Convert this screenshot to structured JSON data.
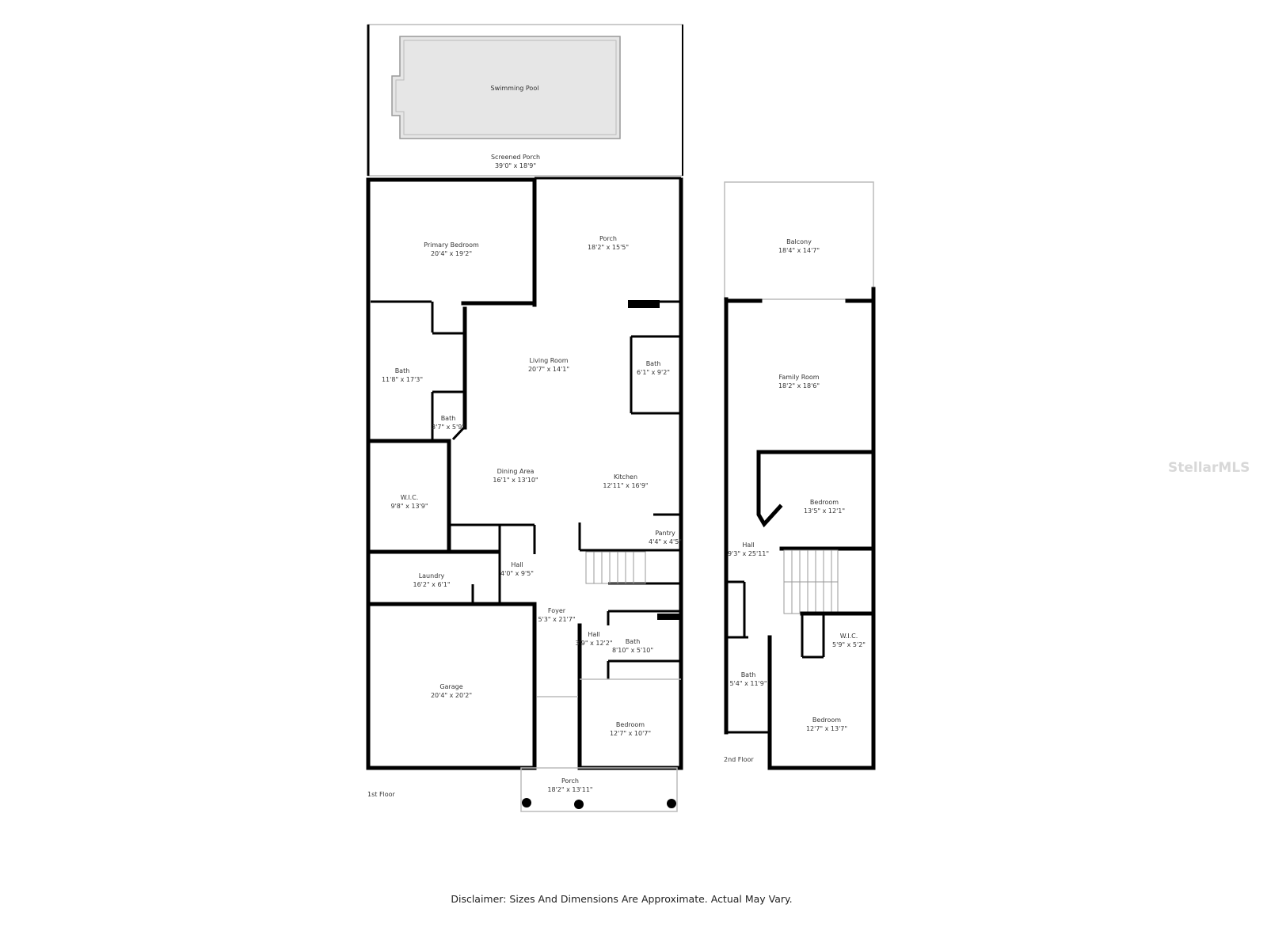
{
  "floors": {
    "first": {
      "label": "1st Floor",
      "rooms": [
        {
          "name": "Swimming Pool",
          "dim": ""
        },
        {
          "name": "Screened Porch",
          "dim": "39'0\" x 18'9\""
        },
        {
          "name": "Primary Bedroom",
          "dim": "20'4\" x 19'2\""
        },
        {
          "name": "Porch",
          "dim": "18'2\" x 15'5\""
        },
        {
          "name": "Living Room",
          "dim": "20'7\" x 14'1\""
        },
        {
          "name": "Bath",
          "dim": "6'1\" x 9'2\""
        },
        {
          "name": "Bath",
          "dim": "11'8\" x 17'3\""
        },
        {
          "name": "Bath",
          "dim": "3'7\" x 5'9\""
        },
        {
          "name": "Dining Area",
          "dim": "16'1\" x 13'10\""
        },
        {
          "name": "Kitchen",
          "dim": "12'11\" x 16'9\""
        },
        {
          "name": "W.I.C.",
          "dim": "9'8\" x 13'9\""
        },
        {
          "name": "Pantry",
          "dim": "4'4\" x 4'5\""
        },
        {
          "name": "Hall",
          "dim": "4'0\" x 9'5\""
        },
        {
          "name": "Laundry",
          "dim": "16'2\" x 6'1\""
        },
        {
          "name": "Foyer",
          "dim": "5'3\" x 21'7\""
        },
        {
          "name": "Hall",
          "dim": "3'9\" x 12'2\""
        },
        {
          "name": "Bath",
          "dim": "8'10\" x 5'10\""
        },
        {
          "name": "Garage",
          "dim": "20'4\" x 20'2\""
        },
        {
          "name": "Bedroom",
          "dim": "12'7\" x 10'7\""
        },
        {
          "name": "Porch",
          "dim": "18'2\" x 13'11\""
        }
      ]
    },
    "second": {
      "label": "2nd Floor",
      "rooms": [
        {
          "name": "Balcony",
          "dim": "18'4\" x 14'7\""
        },
        {
          "name": "Family Room",
          "dim": "18'2\" x 18'6\""
        },
        {
          "name": "Bedroom",
          "dim": "13'5\" x 12'1\""
        },
        {
          "name": "Hall",
          "dim": "9'3\" x 25'11\""
        },
        {
          "name": "W.I.C.",
          "dim": "5'9\" x 5'2\""
        },
        {
          "name": "Bath",
          "dim": "5'4\" x 11'9\""
        },
        {
          "name": "Bedroom",
          "dim": "12'7\" x 13'7\""
        }
      ]
    }
  },
  "watermark": "StellarMLS",
  "disclaimer": "Disclaimer: Sizes And Dimensions Are Approximate. Actual May Vary.",
  "colors": {
    "wall": "#000000",
    "pool": "#e6e6e6"
  }
}
